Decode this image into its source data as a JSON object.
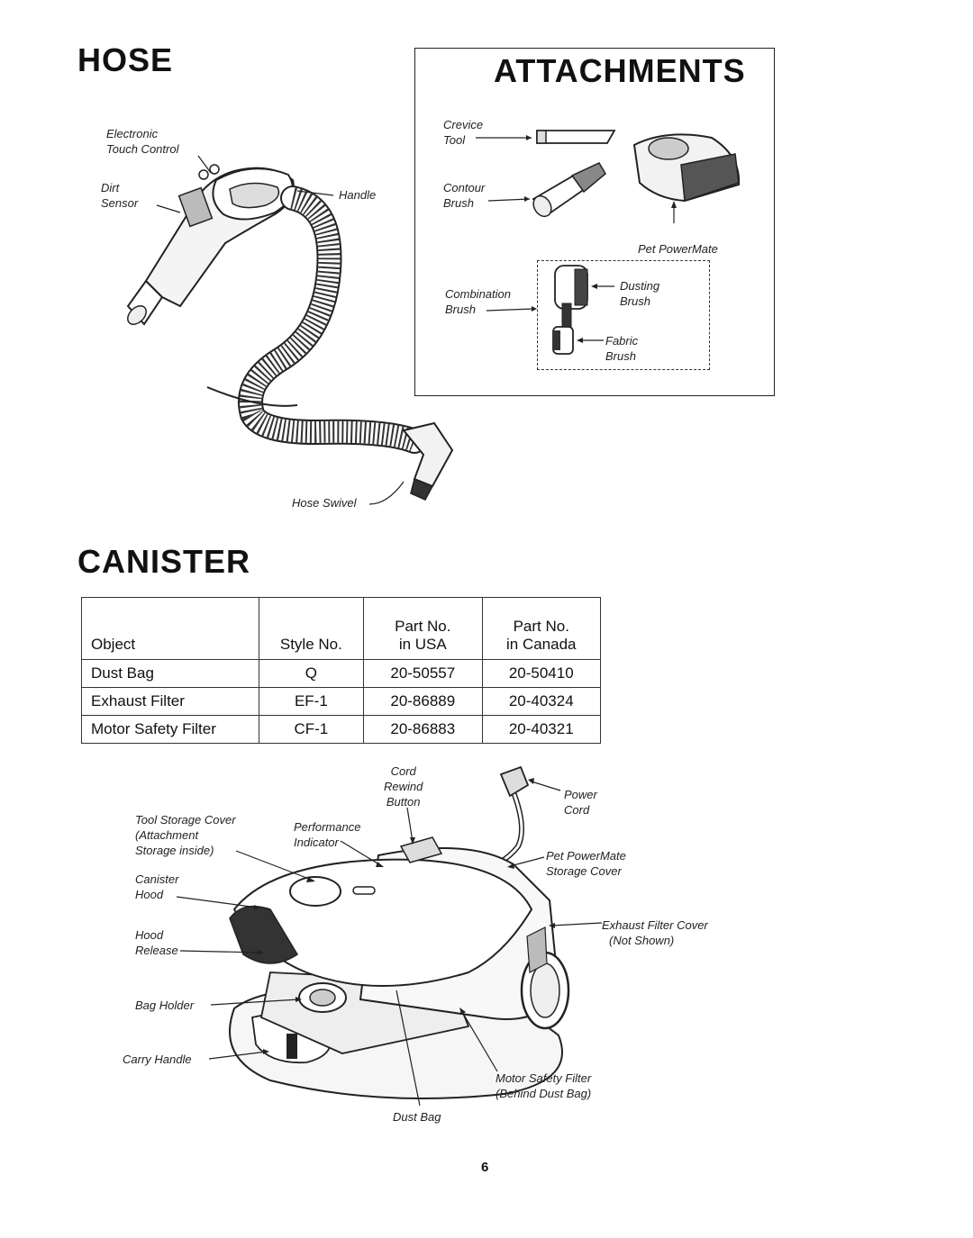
{
  "headings": {
    "hose": "HOSE",
    "attachments": "ATTACHMENTS",
    "canister": "CANISTER"
  },
  "hose_labels": {
    "electronic": "Electronic",
    "touch_control": "Touch Control",
    "dirt": "Dirt",
    "sensor": "Sensor",
    "handle": "Handle",
    "hose_swivel": "Hose Swivel"
  },
  "attachment_labels": {
    "crevice": "Crevice",
    "tool": "Tool",
    "contour": "Contour",
    "brush": "Brush",
    "pet_powermate": "Pet PowerMate",
    "combination": "Combination",
    "combination_brush": "Brush",
    "dusting": "Dusting",
    "dusting_brush": "Brush",
    "fabric": "Fabric",
    "fabric_brush": "Brush"
  },
  "parts_table": {
    "headers": {
      "object": "Object",
      "style": "Style No.",
      "usa_top": "Part No.",
      "usa_bottom": "in USA",
      "canada_top": "Part No.",
      "canada_bottom": "in Canada"
    },
    "rows": [
      {
        "object": "Dust Bag",
        "style": "Q",
        "usa": "20-50557",
        "canada": "20-50410"
      },
      {
        "object": "Exhaust Filter",
        "style": "EF-1",
        "usa": "20-86889",
        "canada": "20-40324"
      },
      {
        "object": "Motor Safety Filter",
        "style": "CF-1",
        "usa": "20-86883",
        "canada": "20-40321"
      }
    ]
  },
  "canister_labels": {
    "cord": "Cord",
    "rewind": "Rewind",
    "button": "Button",
    "power": "Power",
    "power_cord": "Cord",
    "tool_storage_cover": "Tool Storage Cover",
    "attachment": "(Attachment",
    "storage_inside": "Storage inside)",
    "performance": "Performance",
    "indicator": "Indicator",
    "pet_powermate": "Pet PowerMate",
    "storage_cover": "Storage Cover",
    "canister": "Canister",
    "hood": "Hood",
    "hood2": "Hood",
    "release": "Release",
    "exhaust_filter_cover": "Exhaust Filter Cover",
    "not_shown": "(Not Shown)",
    "bag_holder": "Bag Holder",
    "carry_handle": "Carry Handle",
    "motor_safety_filter": "Motor Safety Filter",
    "behind_dust_bag": "(Behind Dust Bag)",
    "dust_bag": "Dust Bag"
  },
  "page_number": "6"
}
